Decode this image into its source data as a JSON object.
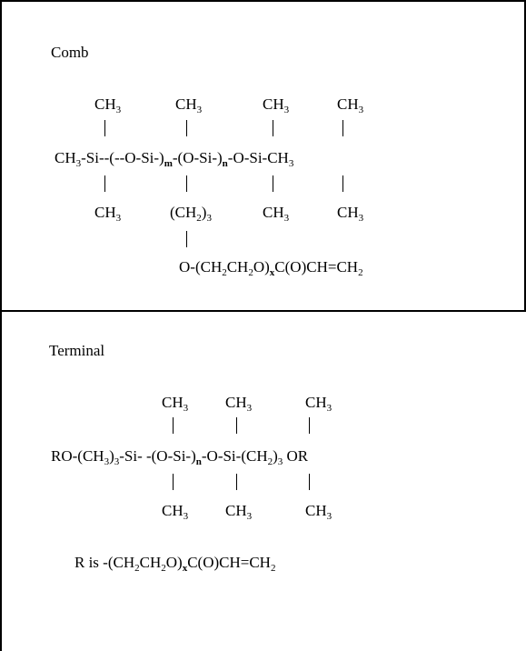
{
  "comb": {
    "title": "Comb",
    "top_groups": [
      "CH",
      "CH",
      "CH",
      "CH"
    ],
    "chain": {
      "p1": "CH",
      "p2": "-Si--(--O-Si-)",
      "sub_m": "m",
      "p3": "-(O-Si-)",
      "sub_n": "n",
      "p4": "-O-Si-CH"
    },
    "bottom_groups": [
      "CH",
      "(CH",
      "CH",
      "CH"
    ],
    "bottom_paren_close": ")",
    "side_chain": {
      "p1": "O-(CH",
      "p2": "CH",
      "p3": "O)",
      "sub_x": "x",
      "p4": "C(O)CH=CH"
    }
  },
  "terminal": {
    "title": "Terminal",
    "top_groups": [
      "CH",
      "CH",
      "CH"
    ],
    "chain": {
      "p1": "RO-(CH",
      "p2": ")",
      "p3": "-Si- -(O-Si-)",
      "sub_n": "n",
      "p4": "-O-Si-(CH",
      "p5": ")",
      "p6": " OR"
    },
    "bottom_groups": [
      "CH",
      "CH",
      "CH"
    ],
    "definition": {
      "p1": "R is -(CH",
      "p2": "CH",
      "p3": "O)",
      "sub_x": "x",
      "p4": "C(O)CH=CH"
    }
  },
  "subscripts": {
    "three": "3",
    "two": "2"
  }
}
